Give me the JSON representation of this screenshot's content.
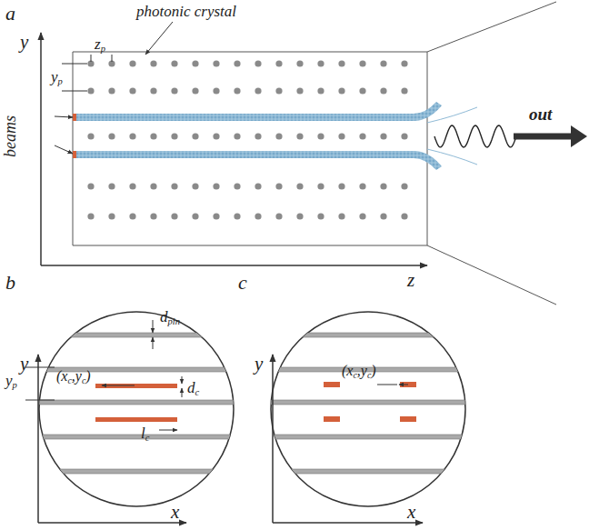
{
  "diagram": {
    "labels": [
      "a",
      "photonic crystal",
      "y",
      "zp",
      "yp",
      "beams",
      "out",
      "z",
      "b",
      "c",
      "yp",
      "dpin",
      "(xc,yc)",
      "dc",
      "lc",
      "y",
      "x",
      "(xc,yc)",
      "y",
      "x"
    ]
  }
}
